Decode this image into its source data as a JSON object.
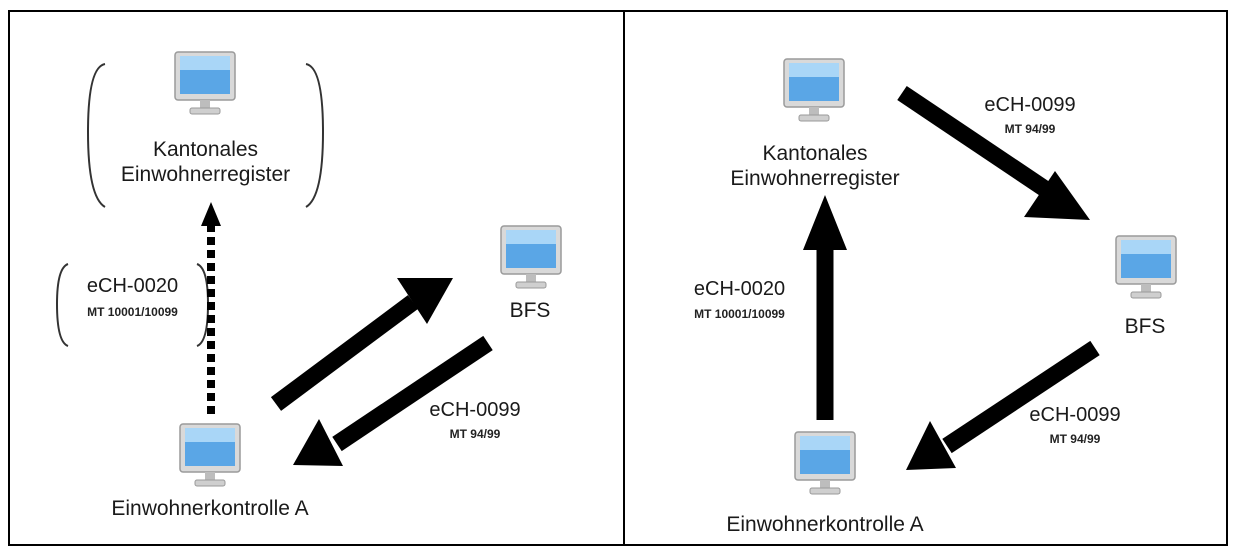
{
  "left": {
    "nodes": {
      "register": {
        "line1": "Kantonales",
        "line2": "Einwohnerregister",
        "icon": "computer-icon"
      },
      "bfs": {
        "label": "BFS",
        "icon": "computer-icon"
      },
      "control": {
        "label": "Einwohnerkontrolle A",
        "icon": "computer-icon"
      }
    },
    "edges": {
      "control_to_register": {
        "standard": "eCH-0020",
        "mt": "MT 10001/10099",
        "style": "dotted"
      },
      "bfs_to_control": {
        "standard": "eCH-0099",
        "mt": "MT 94/99",
        "style": "solid"
      }
    }
  },
  "right": {
    "nodes": {
      "register": {
        "line1": "Kantonales",
        "line2": "Einwohnerregister",
        "icon": "computer-icon"
      },
      "bfs": {
        "label": "BFS",
        "icon": "computer-icon"
      },
      "control": {
        "label": "Einwohnerkontrolle A",
        "icon": "computer-icon"
      }
    },
    "edges": {
      "register_to_bfs": {
        "standard": "eCH-0099",
        "mt": "MT 94/99",
        "style": "solid"
      },
      "control_to_register": {
        "standard": "eCH-0020",
        "mt": "MT 10001/10099",
        "style": "solid"
      },
      "bfs_to_control": {
        "standard": "eCH-0099",
        "mt": "MT 94/99",
        "style": "solid"
      }
    }
  },
  "colors": {
    "screen": "#5aa6e6",
    "screen_light": "#a9d6f7",
    "bezel": "#d9d9d9",
    "arrow": "#000000"
  }
}
